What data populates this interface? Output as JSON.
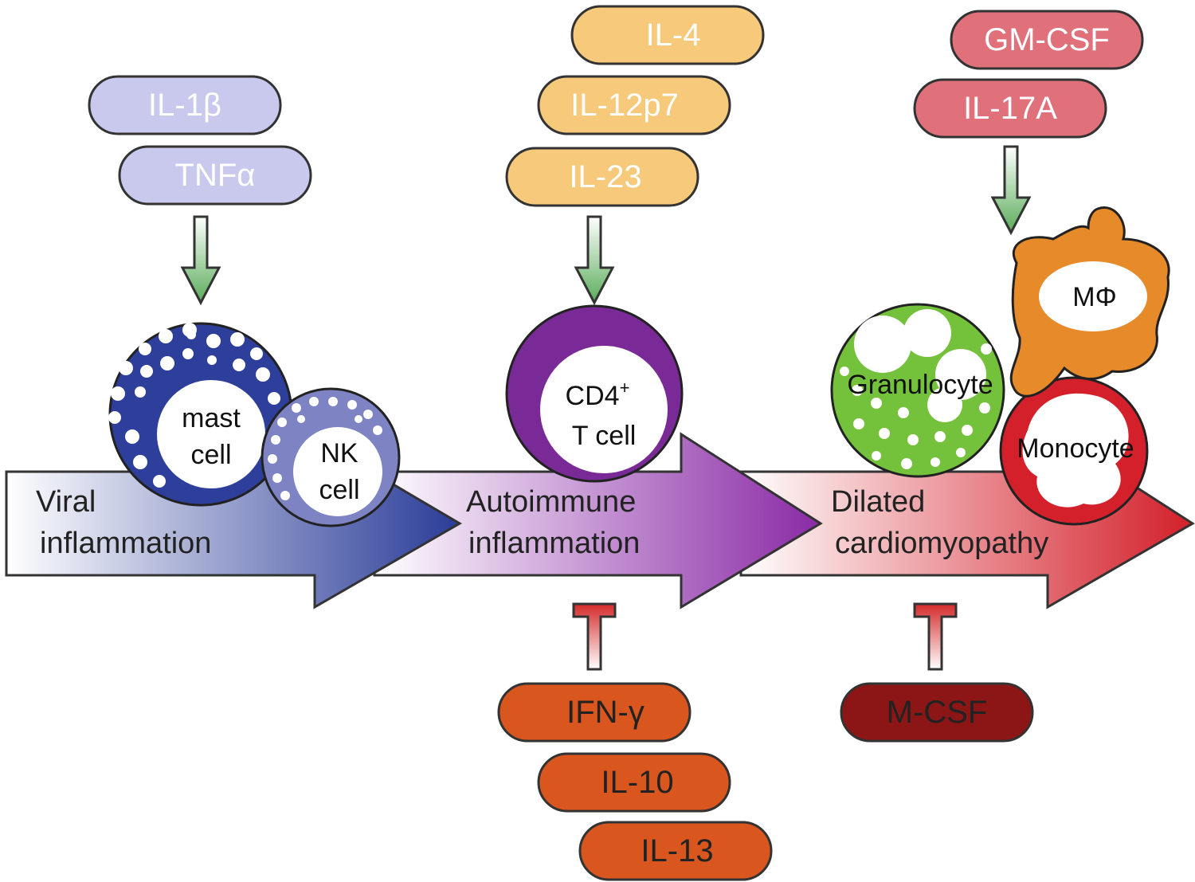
{
  "stages": {
    "viral": [
      "Viral",
      "inflammation"
    ],
    "autoimmune": [
      "Autoimmune",
      "inflammation"
    ],
    "dcm": [
      "Dilated",
      "cardiomyopathy"
    ]
  },
  "cytokines": {
    "viral": [
      "IL-1β",
      "TNFα"
    ],
    "autoimmune_up": [
      "IL-4",
      "IL-12p7",
      "IL-23"
    ],
    "autoimmune_down": [
      "IFN-γ",
      "IL-10",
      "IL-13"
    ],
    "dcm_up": [
      "GM-CSF",
      "IL-17A"
    ],
    "dcm_down": [
      "M-CSF"
    ]
  },
  "cells": {
    "mast": [
      "mast",
      "cell"
    ],
    "nk": [
      "NK",
      "cell"
    ],
    "cd4": [
      "CD4",
      "+",
      "T cell"
    ],
    "granulocyte": "Granulocyte",
    "monocyte": "Monocyte",
    "macrophage": "MΦ"
  },
  "colors": {
    "viral_pill": "#c9c9ee",
    "autoimmune_pill": "#f7c97a",
    "protect_pill": "#d9561f",
    "dcm_pill": "#e0707a",
    "mcsf_pill": "#8c1616",
    "stim_arrow": "#5aac5a",
    "inhib_bar": "#d42a2a",
    "mast": "#2d3f9a",
    "nk": "#7e83c4",
    "cd4": "#7a2a96",
    "granulocyte": "#74c23c",
    "monocyte": "#d3202a",
    "macrophage": "#e68a2a"
  }
}
